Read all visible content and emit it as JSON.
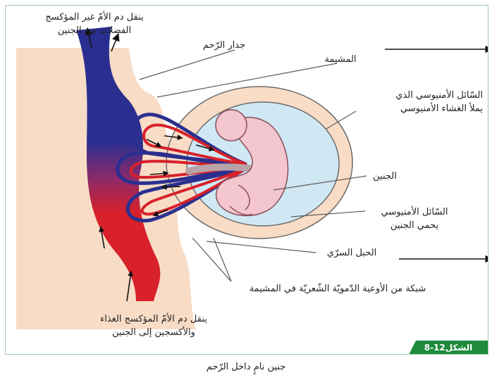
{
  "labels": {
    "top_left": "ينقل دم الأمّ غير المؤكسج\nالفضلات من الجنين",
    "uterine_wall": "جدار الرّحم",
    "placenta": "المشيمة",
    "amniotic_fluid_membrane": "السّائل الأمنيوسي الذي\nيملأ الغشاء الأمنيوسي",
    "fetus": "الجنين",
    "amniotic_fluid_protects": "السّائل الأمنيوسي\nيحمي الجنين",
    "umbilical_cord": "الحبل السرّي",
    "capillary_network": "شبكة من الأوعية الدّمويّة الشّعريّة في المشيمة",
    "bottom_left": "ينقل دم الأمّ المؤكسج الغذاء\nوالأكسجين إلى الجنين"
  },
  "figure_tag": "الشكل12-8",
  "caption": "جنين نامٍ داخل الرّحم",
  "colors": {
    "uterine_tissue": "#f8dcc6",
    "amniotic_fluid": "#cfe8f3",
    "fetus": "#f4c6cf",
    "oxygenated_blood": "#d8212a",
    "deoxygenated_blood": "#2a2f8f",
    "frame_tag": "#1e8a3c"
  }
}
